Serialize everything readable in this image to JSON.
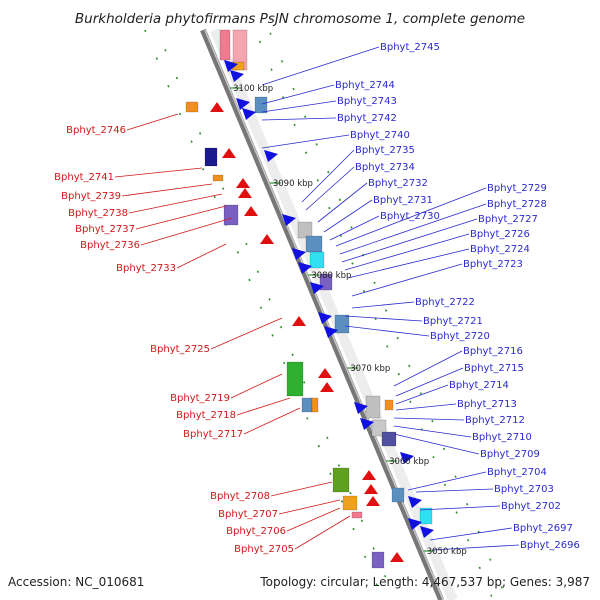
{
  "title": "Burkholderia phytofirmans PsJN chromosome 1, complete genome",
  "accession": "Accession: NC_010681",
  "summary": "Topology: circular; Length: 4,467,537 bp; Genes: 3,987",
  "colors": {
    "forward_label": "#2a2ad0",
    "reverse_label": "#d01818",
    "backbone": "#808080"
  },
  "ticks": [
    "3100 kbp",
    "3090 kbp",
    "3080 kbp",
    "3070 kbp",
    "3060 kbp",
    "3050 kbp"
  ],
  "forward_genes": [
    "Bphyt_2745",
    "Bphyt_2744",
    "Bphyt_2743",
    "Bphyt_2742",
    "Bphyt_2740",
    "Bphyt_2735",
    "Bphyt_2734",
    "Bphyt_2732",
    "Bphyt_2731",
    "Bphyt_2730",
    "Bphyt_2729",
    "Bphyt_2728",
    "Bphyt_2727",
    "Bphyt_2726",
    "Bphyt_2724",
    "Bphyt_2723",
    "Bphyt_2722",
    "Bphyt_2721",
    "Bphyt_2720",
    "Bphyt_2716",
    "Bphyt_2715",
    "Bphyt_2714",
    "Bphyt_2713",
    "Bphyt_2712",
    "Bphyt_2710",
    "Bphyt_2709",
    "Bphyt_2704",
    "Bphyt_2703",
    "Bphyt_2702",
    "Bphyt_2697",
    "Bphyt_2696"
  ],
  "reverse_genes": [
    "Bphyt_2746",
    "Bphyt_2741",
    "Bphyt_2739",
    "Bphyt_2738",
    "Bphyt_2737",
    "Bphyt_2736",
    "Bphyt_2733",
    "Bphyt_2725",
    "Bphyt_2719",
    "Bphyt_2718",
    "Bphyt_2717",
    "Bphyt_2708",
    "Bphyt_2707",
    "Bphyt_2706",
    "Bphyt_2705"
  ]
}
